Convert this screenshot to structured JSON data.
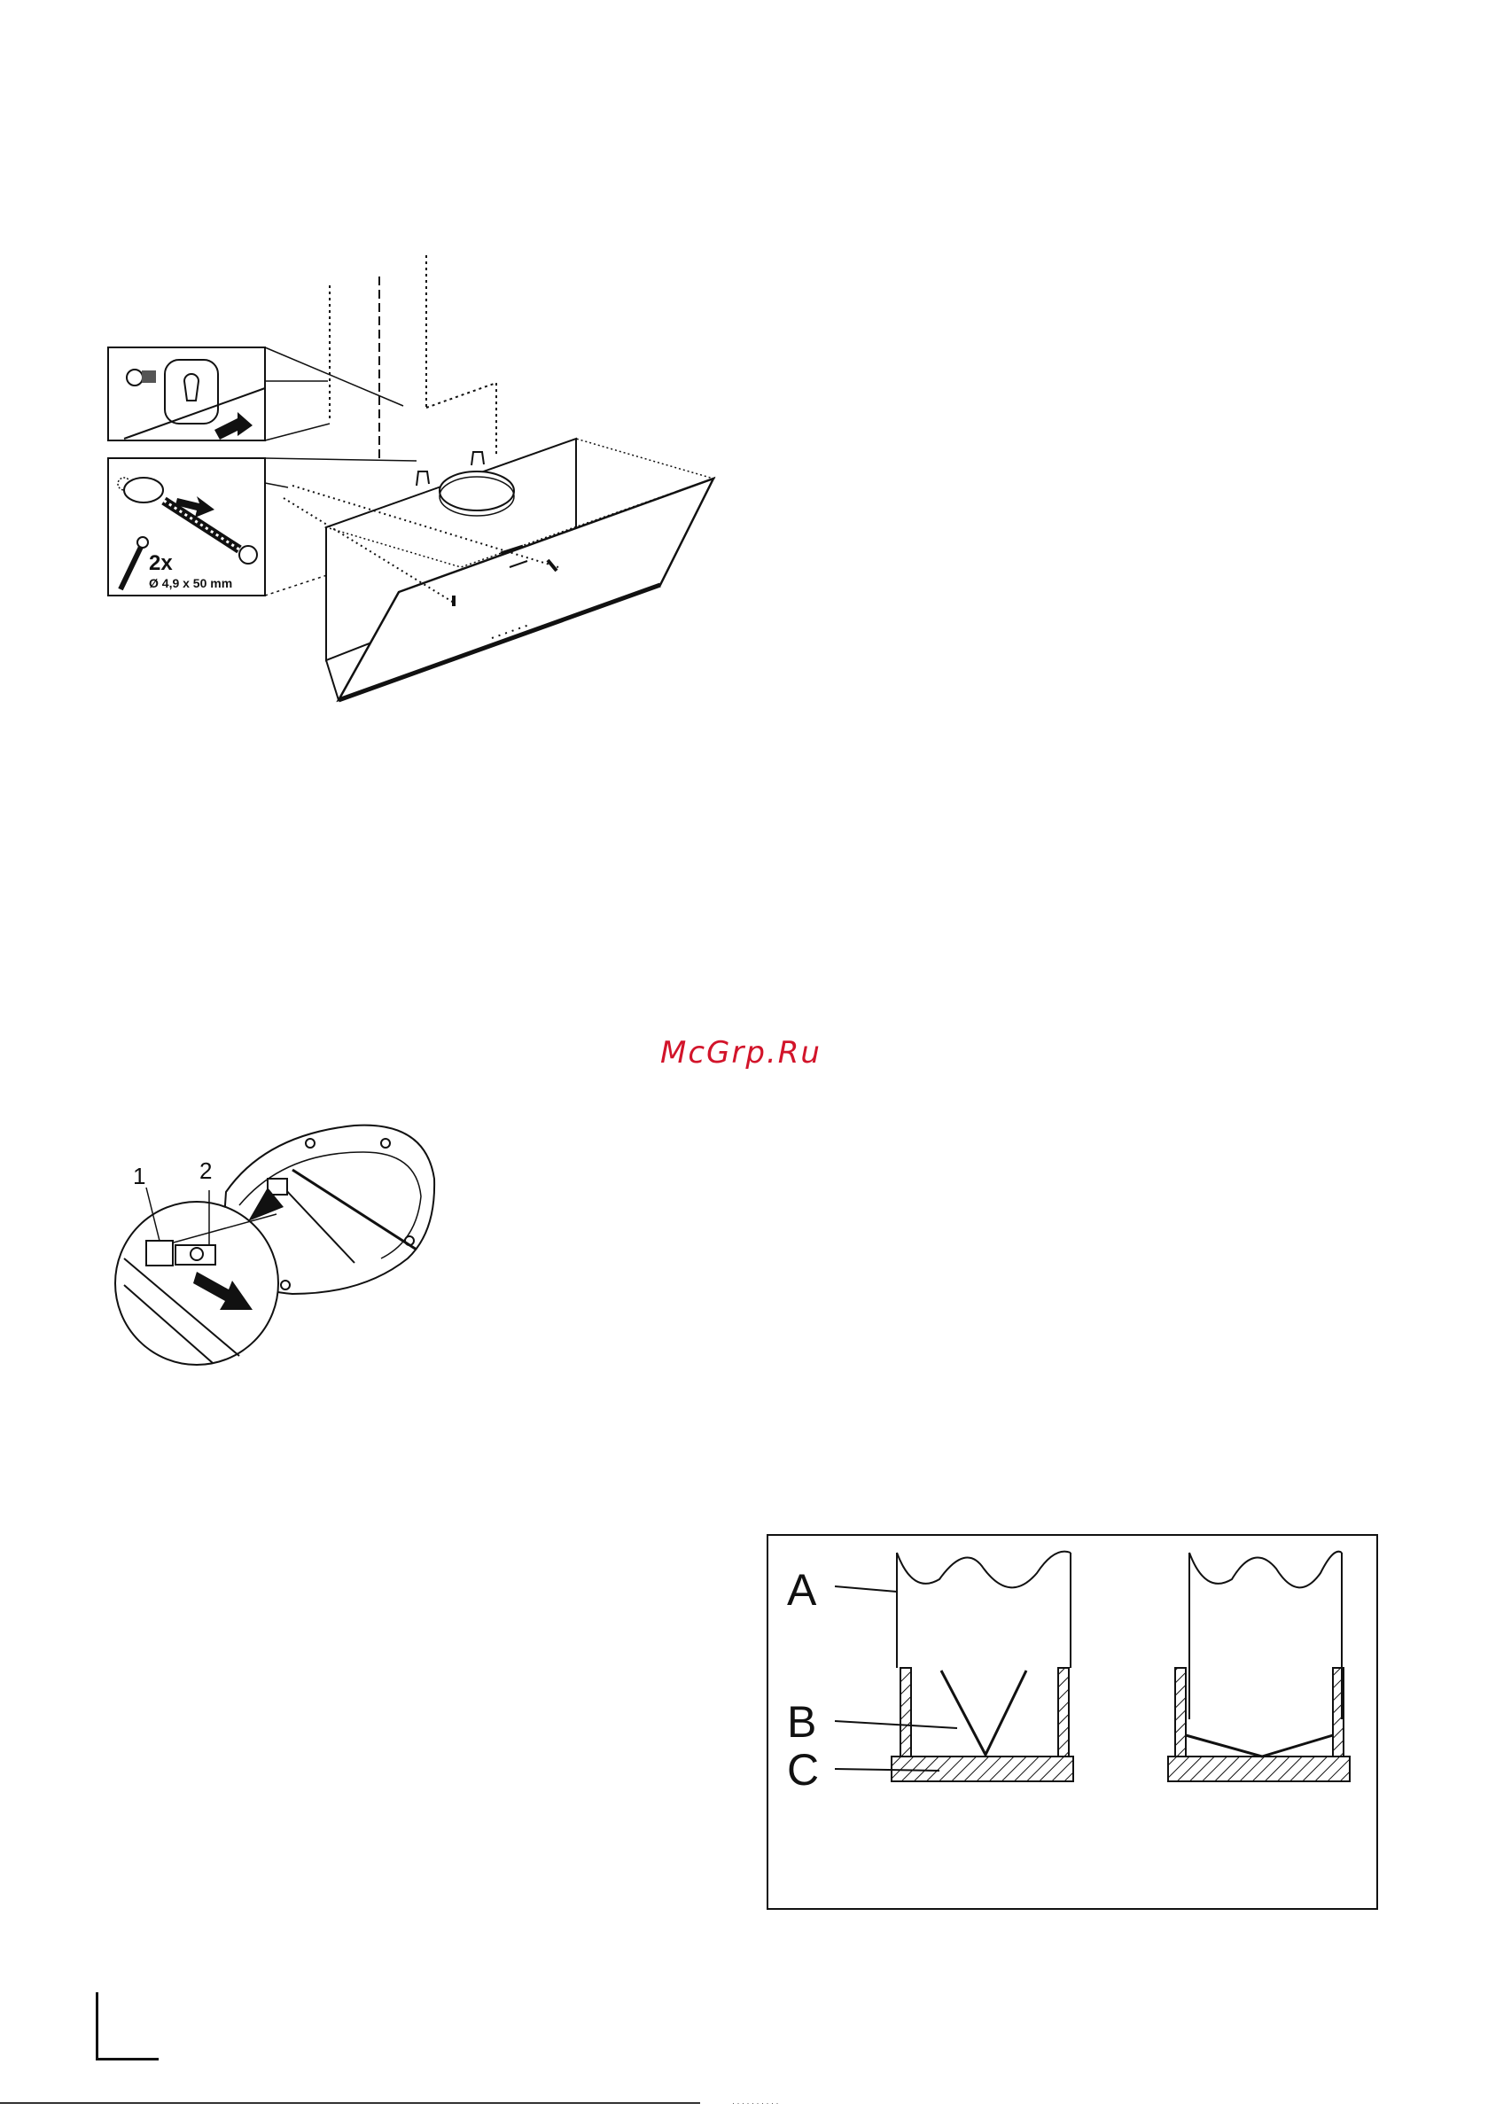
{
  "figure1": {
    "qty": "2x",
    "screw_size": "Ø 4,9 x 50 mm"
  },
  "watermark": {
    "text": "McGrp.Ru",
    "color": "#d2142a"
  },
  "figure2": {
    "label_1": "1",
    "label_2": "2"
  },
  "figure3": {
    "label_a": "A",
    "label_b": "B",
    "label_c": "C"
  },
  "footer": {
    "text": "· · · · · · · · · ·"
  }
}
